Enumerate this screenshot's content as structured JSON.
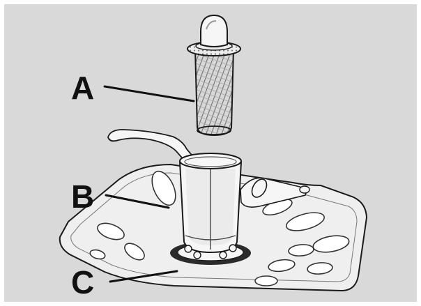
{
  "colors": {
    "background": "#ffffff",
    "frame": "#d9d9d9",
    "part_fill": "#efefef",
    "part_fill_light": "#f6f6f6",
    "line": "#1a1a1a",
    "label": "#111111",
    "mesh": "#8a8a8a"
  },
  "callouts": {
    "a": {
      "letter": "A"
    },
    "b": {
      "letter": "B"
    },
    "c": {
      "letter": "C"
    }
  }
}
